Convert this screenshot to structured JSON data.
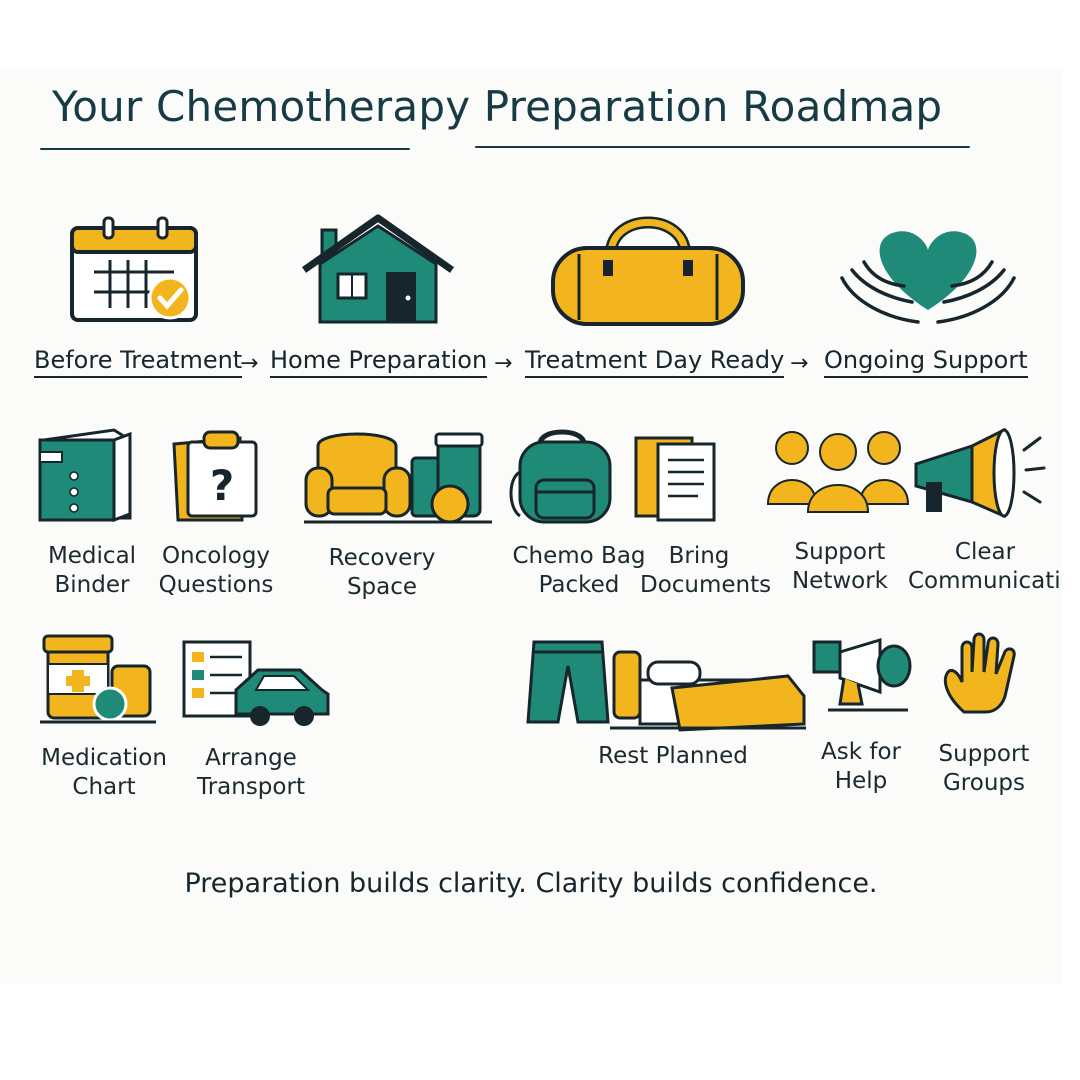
{
  "title": "Your Chemotherapy Preparation Roadmap",
  "stages": [
    {
      "label": "Before Treatment",
      "icon": "calendar-check-icon"
    },
    {
      "label": "Home Preparation",
      "icon": "house-icon"
    },
    {
      "label": "Treatment Day Ready",
      "icon": "duffel-bag-icon"
    },
    {
      "label": "Ongoing Support",
      "icon": "heart-hands-icon"
    }
  ],
  "arrow_glyph": "→",
  "items": {
    "medical_binder": {
      "line1": "Medical",
      "line2": "Binder",
      "icon": "binder-icon"
    },
    "oncology_questions": {
      "line1": "Oncology",
      "line2": "Questions",
      "icon": "clipboard-question-icon"
    },
    "recovery_space": {
      "line1": "Recovery",
      "line2": "Space",
      "icon": "armchair-icon"
    },
    "chemo_bag": {
      "line1": "Chemo Bag",
      "line2": "Packed",
      "icon": "backpack-icon"
    },
    "bring_documents": {
      "line1": "Bring",
      "line2": "Documents",
      "icon": "documents-icon"
    },
    "support_network": {
      "line1": "Support",
      "line2": "Network",
      "icon": "people-group-icon"
    },
    "clear_communication": {
      "line1": "Clear",
      "line2": "Communication",
      "icon": "megaphone-icon"
    },
    "medication_chart": {
      "line1": "Medication",
      "line2": "Chart",
      "icon": "medicine-bottles-icon"
    },
    "arrange_transport": {
      "line1": "Arrange",
      "line2": "Transport",
      "icon": "checklist-car-icon"
    },
    "rest_planned": {
      "line1": "Rest Planned",
      "icon": "bed-pants-icon"
    },
    "ask_for_help": {
      "line1": "Ask for",
      "line2": "Help",
      "icon": "megaphone-small-icon"
    },
    "support_groups": {
      "line1": "Support",
      "line2": "Groups",
      "icon": "raised-hand-icon"
    }
  },
  "tagline": "Preparation builds clarity. Clarity builds confidence.",
  "colors": {
    "teal": "#1f8a78",
    "yellow": "#f3b51e",
    "ink": "#16262c",
    "paper": "#fbfbf9"
  }
}
